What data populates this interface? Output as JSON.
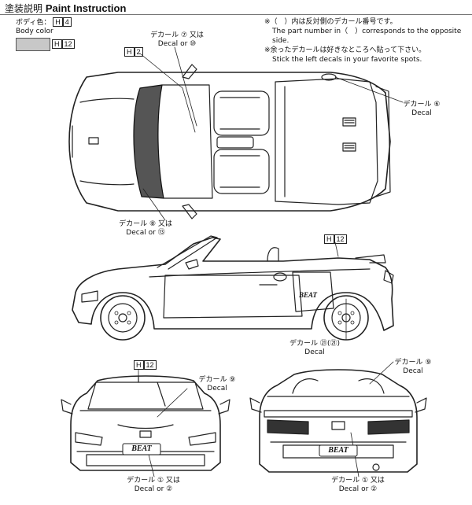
{
  "header": {
    "title_jp": "塗装説明",
    "title_en": "Paint Instruction"
  },
  "body_color": {
    "label_jp": "ボディ色：",
    "code_prefix": "H",
    "code": "4",
    "label_en": "Body color",
    "swatch_code": "12",
    "swatch_color": "#c8c8c8"
  },
  "notes": {
    "line1_jp": "※（　）内は反対側のデカール番号です。",
    "line1_en": "The part number in（　）corresponds to the opposite side.",
    "line2_jp": "※余ったデカールは好きなところへ貼って下さい。",
    "line2_en": "Stick the left decals in your favorite spots."
  },
  "callouts": {
    "top_h2": {
      "prefix": "H",
      "code": "2"
    },
    "top_decal_7_10": {
      "jp": "デカール",
      "num": "⑦",
      "or_jp": "又は",
      "en": "Decal",
      "or_en": "or",
      "alt": "⑩"
    },
    "top_decal_6": {
      "jp": "デカール",
      "num": "⑥",
      "en": "Decal"
    },
    "top_decal_8_13": {
      "jp": "デカール",
      "num": "⑧",
      "or_jp": "又は",
      "en": "Decal",
      "or_en": "or",
      "alt": "⑬"
    },
    "side_h12": {
      "prefix": "H",
      "code": "12"
    },
    "side_decal_21": {
      "jp": "デカール",
      "num": "㉑",
      "alt": "(㉑)",
      "en": "Decal"
    },
    "front_h12": {
      "prefix": "H",
      "code": "12"
    },
    "front_decal_9": {
      "jp": "デカール",
      "num": "⑨",
      "en": "Decal"
    },
    "front_decal_1_2": {
      "jp": "デカール",
      "num": "①",
      "or_jp": "又は",
      "en": "Decal",
      "or_en": "or",
      "alt": "②"
    },
    "rear_decal_9": {
      "jp": "デカール",
      "num": "⑨",
      "en": "Decal"
    },
    "rear_decal_1_2": {
      "jp": "デカール",
      "num": "①",
      "or_jp": "又は",
      "en": "Decal",
      "or_en": "or",
      "alt": "②"
    }
  },
  "plates": {
    "front": "BEAT",
    "rear": "BEAT",
    "side_badge": "BEAT"
  }
}
